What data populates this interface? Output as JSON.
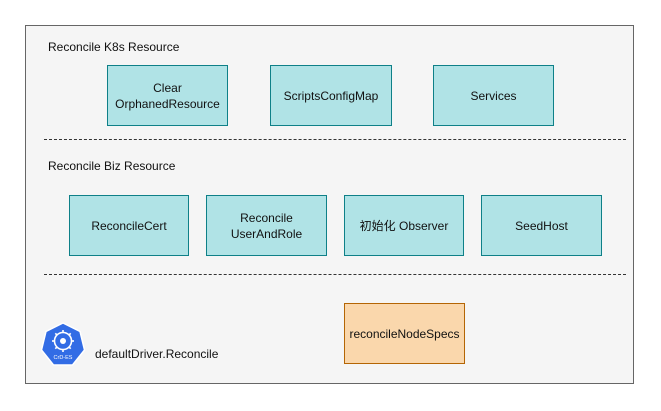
{
  "sections": {
    "k8s_title": "Reconcile K8s Resource",
    "biz_title": "Reconcile Biz Resource"
  },
  "k8s_boxes": [
    {
      "label": "Clear\nOrphanedResource"
    },
    {
      "label": "ScriptsConfigMap"
    },
    {
      "label": "Services"
    }
  ],
  "biz_boxes": [
    {
      "label": "ReconcileCert"
    },
    {
      "label": "Reconcile\nUserAndRole"
    },
    {
      "label": "初始化 Observer"
    },
    {
      "label": "SeedHost"
    }
  ],
  "node_box": {
    "label": "reconcileNodeSpecs"
  },
  "footer": {
    "label": "defaultDriver.Reconcile",
    "logo_icon": "kubernetes-logo-icon",
    "logo_text": "CrD-ES"
  },
  "colors": {
    "teal_fill": "#b0e3e6",
    "teal_stroke": "#0e8088",
    "orange_fill": "#fad7ac",
    "orange_stroke": "#b46504",
    "logo_blue": "#326ce5"
  }
}
